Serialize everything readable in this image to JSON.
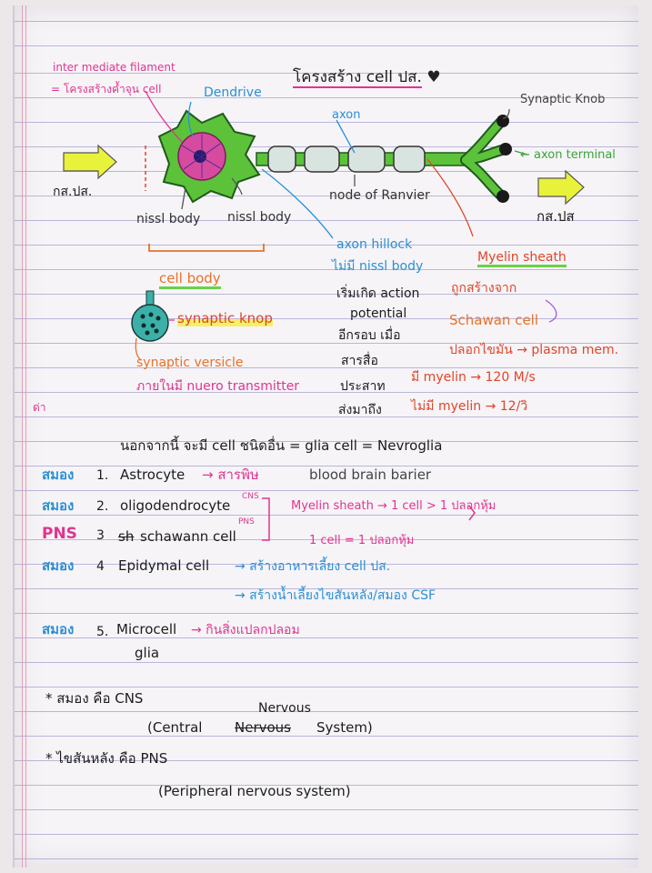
{
  "diagram": {
    "title": "โครงสร้าง cell ปส.",
    "heart": "♥",
    "labels": {
      "intermediate_filament": "inter mediate filament",
      "intermediate_filament_note": "= โครงสร้างค้ำจุน cell",
      "dendrite": "Dendrive",
      "axon": "axon",
      "synaptic_knob": "Synaptic Knob",
      "axon_terminal": "← axon terminal",
      "input_label": "กส.ปส.",
      "output_label": "กส.ปส",
      "node_of_ranvier": "node of Ranvier",
      "nissl_body_1": "nissl body",
      "nissl_body_2": "nissl body",
      "cell_body": "cell body",
      "synaptic_knop": "synaptic knop",
      "synaptic_vesicle": "synaptic versicle",
      "vesicle_note": "ภายในมี nuero transmitter",
      "axon_hillock": "axon hillock",
      "axon_hillock_note": "ไม่มี nissl body",
      "hillock_desc": [
        "เริ่มเกิด action",
        "potential",
        "อีกรอบ เมื่อ",
        "สารสื่อ",
        "ประสาท",
        "ส่งมาถึง"
      ],
      "myelin_sheath": "Myelin sheath",
      "myelin_built_from": "ถูกสร้างจาก",
      "schawan_cell": "Schawan cell",
      "myelin_note": "ปลอกไขมัน → plasma mem.",
      "with_myelin": "มี myelin → 120 M/s",
      "without_myelin": "ไม่มี myelin → 12/วิ",
      "side_note": "ด่า"
    },
    "colors": {
      "neuron": "#5cc23a",
      "neuron_outline": "#1f5a1a",
      "nucleus": "#d64aa0",
      "arrow_yellow": "#e9f23a"
    }
  },
  "notes": {
    "intro": "นอกจากนี้ จะมี cell ชนิดอื่น = glia cell = Nevroglia",
    "items": [
      {
        "tag": "สมอง",
        "num": "1.",
        "name": "Astrocyte",
        "desc": "→ สารพิษ",
        "extra": "blood brain barier"
      },
      {
        "tag": "สมอง",
        "num": "2.",
        "name": "oligodendrocyte",
        "sup": "CNS",
        "desc": "Myelin sheath → 1 cell > 1 ปลอกหุ้ม"
      },
      {
        "tag": "PNS",
        "num": "3",
        "strike": "sh",
        "name": "schawann cell",
        "sup": "PNS",
        "desc": "1 cell = 1 ปลอกหุ้ม"
      },
      {
        "tag": "สมอง",
        "num": "4",
        "name": "Epidymal cell",
        "desc": "→ สร้างอาหารเลี้ยง cell ปส.",
        "desc2": "→ สร้างน้ำเลี้ยงไขสันหลัง/สมอง CSF"
      },
      {
        "tag": "สมอง",
        "num": "5.",
        "name": "Microcell",
        "name2": "glia",
        "desc": "→ กินสิ่งแปลกปลอม"
      }
    ],
    "cns_line": "* สมอง คือ CNS",
    "cns_expand_pre": "(Central",
    "cns_strike": "Nervous",
    "cns_correction": "Nervous",
    "cns_expand_post": "System)",
    "pns_line": "* ไขสันหลัง คือ PNS",
    "pns_expand": "(Peripheral nervous system)"
  }
}
